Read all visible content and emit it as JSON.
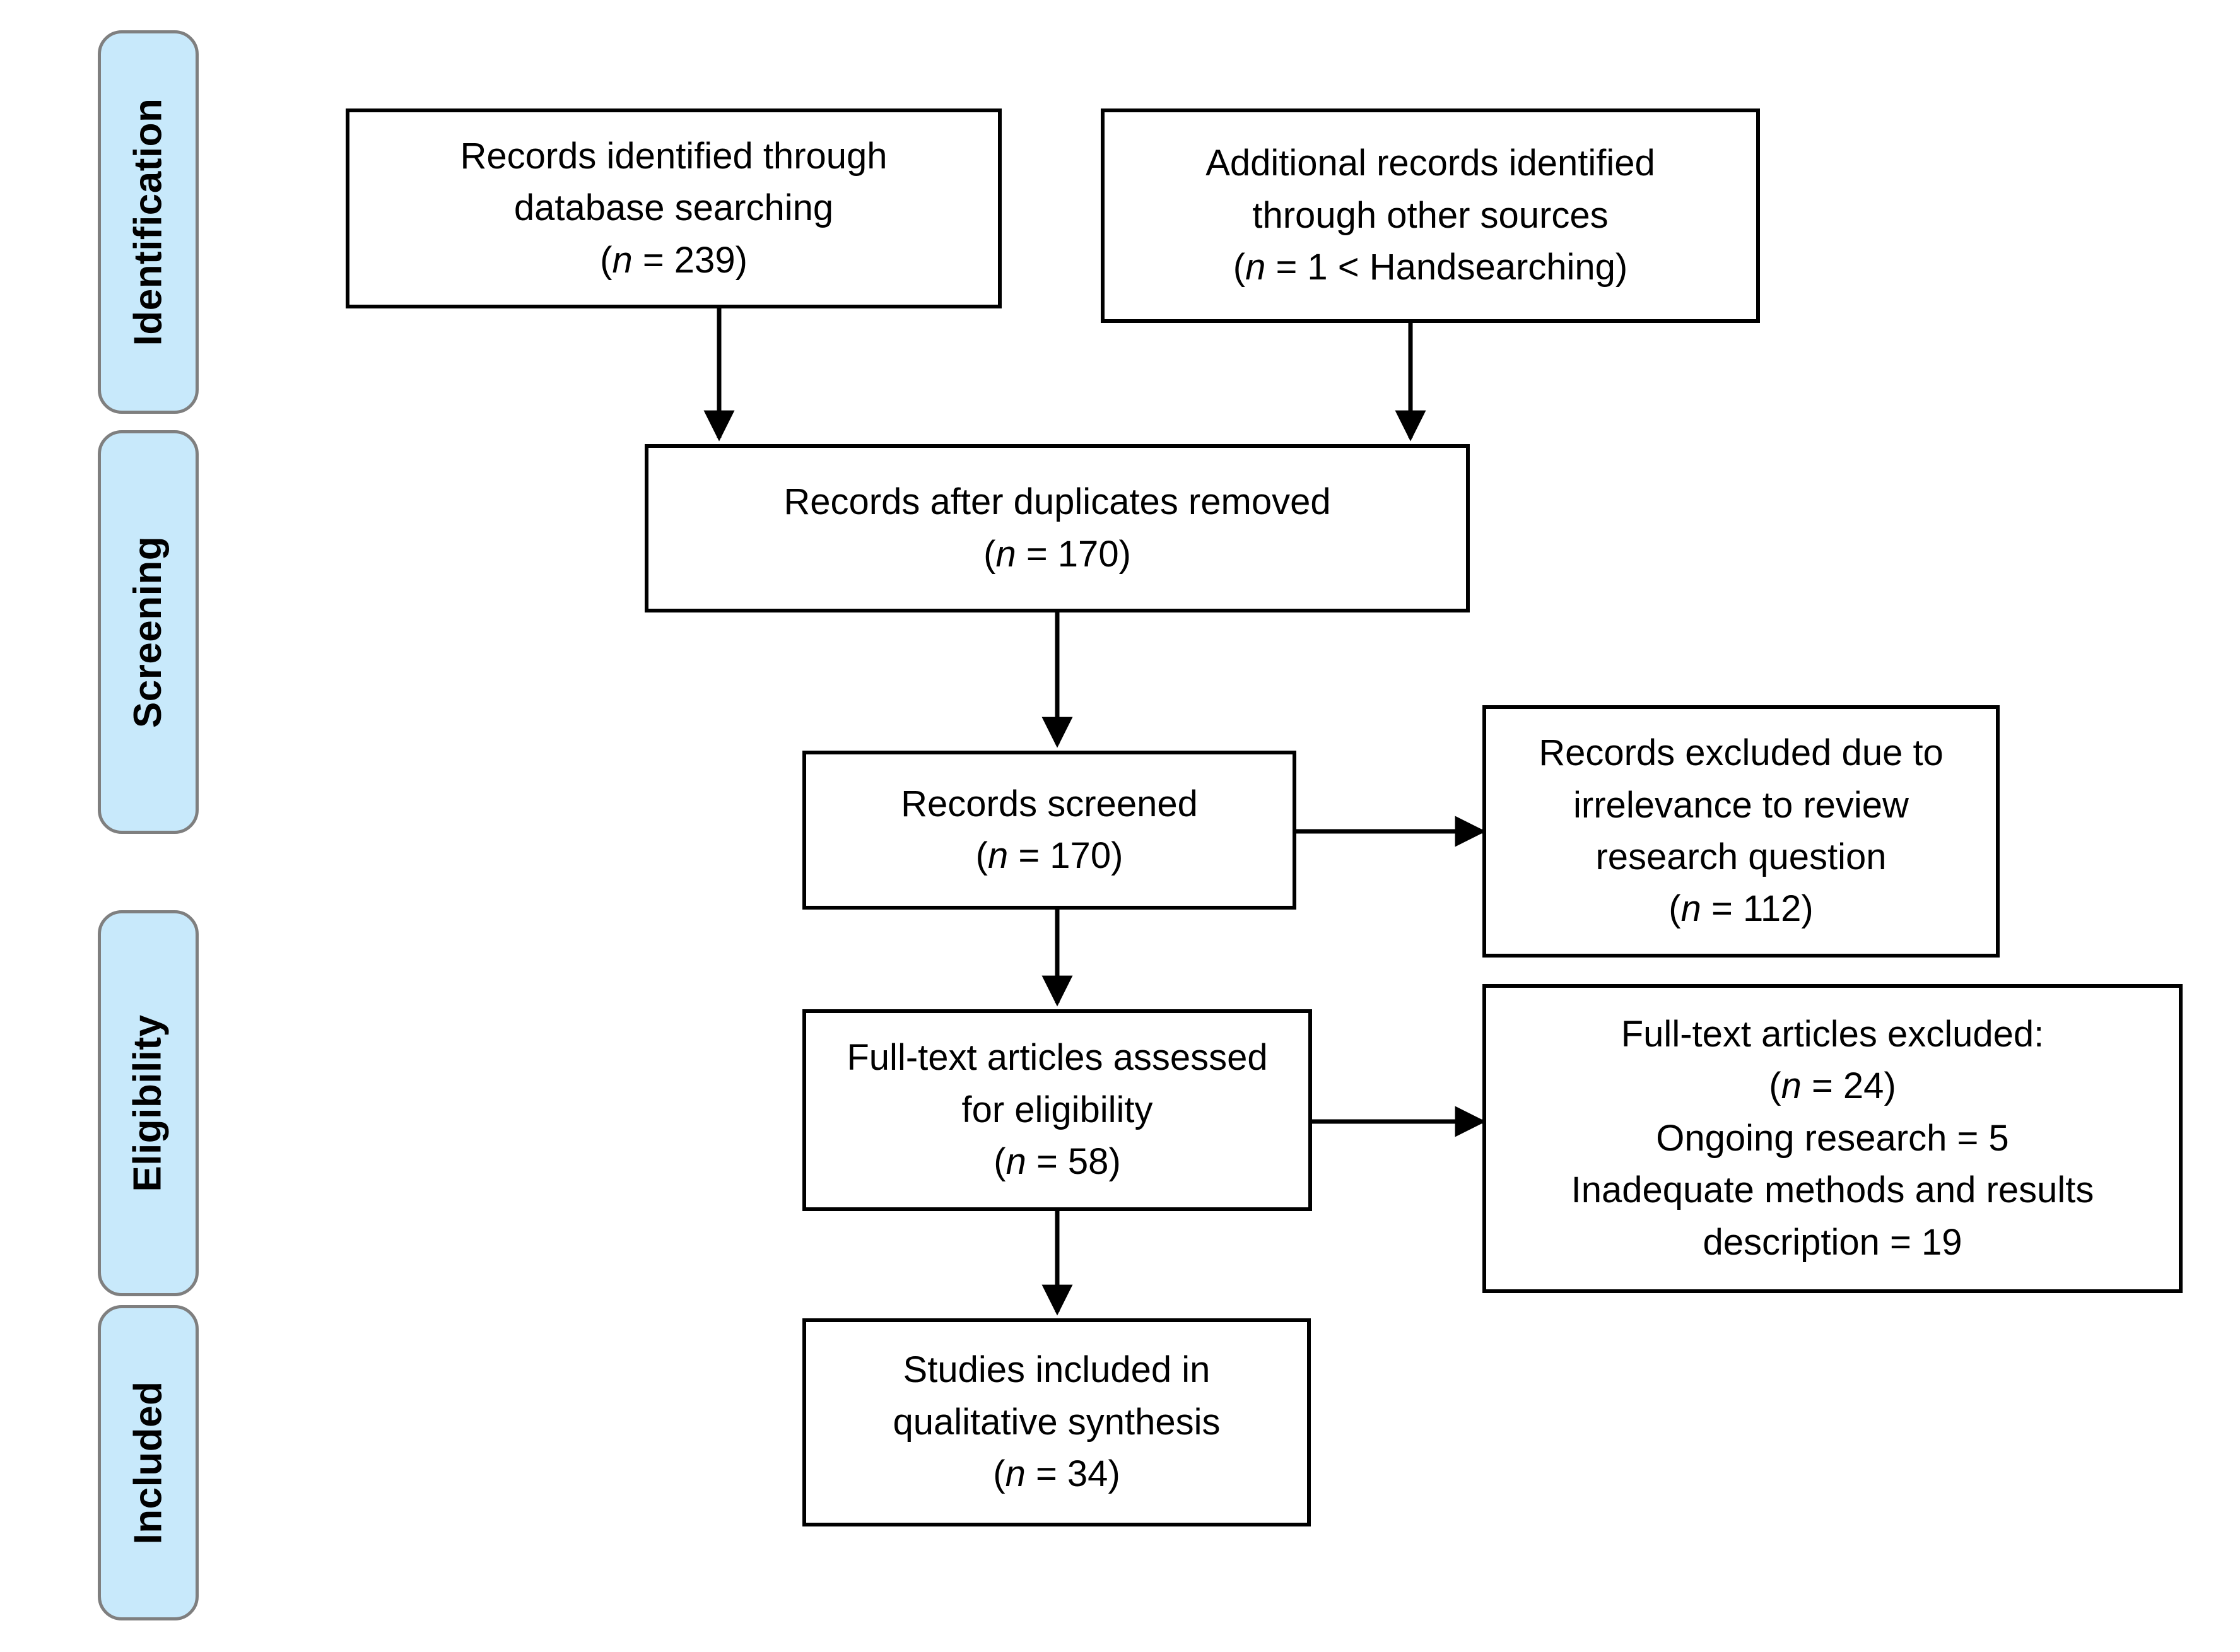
{
  "diagram": {
    "type": "PRISMA flow diagram",
    "phases": [
      {
        "id": "identification",
        "label": "Identification"
      },
      {
        "id": "screening",
        "label": "Screening"
      },
      {
        "id": "eligibility",
        "label": "Eligibility"
      },
      {
        "id": "included",
        "label": "Included"
      }
    ],
    "boxes": {
      "db_search": {
        "line1": "Records identified through",
        "line2": "database searching",
        "count_open": "(",
        "count_n": "n",
        "count_rest": " = 239)"
      },
      "other_sources": {
        "line1": "Additional records identified",
        "line2": "through other sources",
        "count_open": "(",
        "count_n": "n",
        "count_rest": " = 1 < Handsearching)"
      },
      "duplicates_removed": {
        "line1": "Records after duplicates removed",
        "count_open": "(",
        "count_n": "n",
        "count_rest": " = 170)"
      },
      "records_screened": {
        "line1": "Records screened",
        "count_open": "(",
        "count_n": "n",
        "count_rest": " = 170)"
      },
      "records_excluded": {
        "line1": "Records excluded due to",
        "line2": "irrelevance to review",
        "line3": "research question",
        "count_open": "(",
        "count_n": "n",
        "count_rest": " = 112)"
      },
      "fulltext_assessed": {
        "line1": "Full-text articles assessed",
        "line2": "for eligibility",
        "count_open": "(",
        "count_n": "n",
        "count_rest": " = 58)"
      },
      "fulltext_excluded": {
        "line1": "Full-text articles excluded:",
        "count_open": "(",
        "count_n": "n",
        "count_rest": " = 24)",
        "line3": "Ongoing research = 5",
        "line4": "Inadequate methods and results",
        "line5": "description = 19"
      },
      "studies_included": {
        "line1": "Studies included in",
        "line2": "qualitative synthesis",
        "count_open": "(",
        "count_n": "n",
        "count_rest": " = 34)"
      }
    },
    "colors": {
      "phase_fill": "#c8e9fb",
      "phase_border": "#7f7f7f",
      "box_border": "#000000",
      "text": "#000000",
      "background": "#ffffff"
    }
  }
}
